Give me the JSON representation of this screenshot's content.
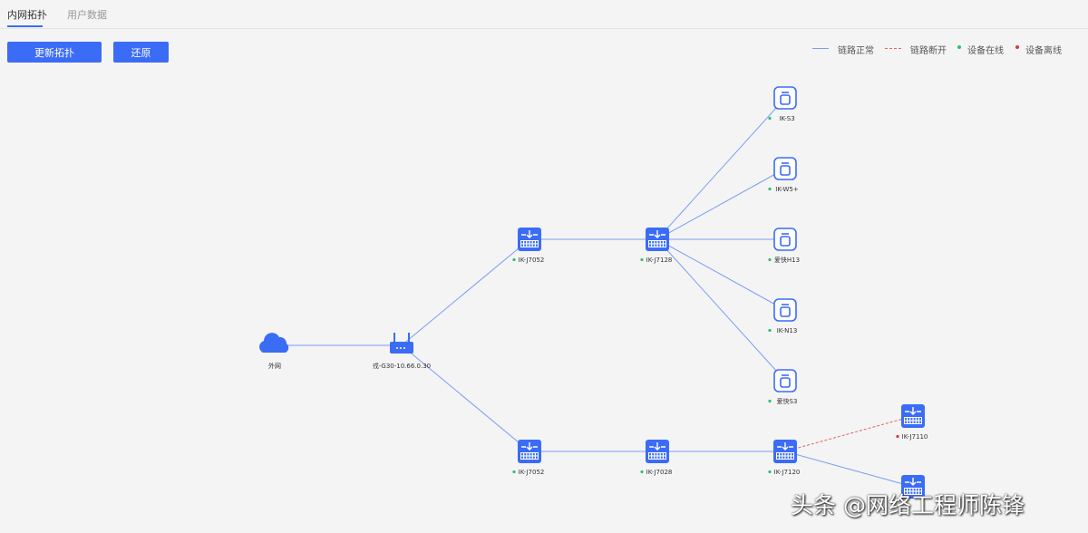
{
  "tabs": [
    {
      "label": "内网拓扑",
      "active": true
    },
    {
      "label": "用户数据",
      "active": false
    }
  ],
  "toolbar": {
    "refresh_label": "更新拓扑",
    "restore_label": "还原"
  },
  "legend": {
    "link_ok": "链路正常",
    "link_down": "链路断开",
    "device_online": "设备在线",
    "device_offline": "设备离线"
  },
  "colors": {
    "accent": "#3b6cf6",
    "link_ok": "#7b9cf2",
    "link_down": "#e06565",
    "online": "#2fbf71",
    "offline": "#d13b3b"
  },
  "nodes": {
    "internet": {
      "label": "外网",
      "type": "cloud"
    },
    "router": {
      "label": "戎-G30-10.66.0.30",
      "type": "router"
    },
    "sw_top_1": {
      "label": "IK-J7052",
      "type": "switch",
      "status": "online"
    },
    "sw_top_2": {
      "label": "IK-J7128",
      "type": "switch",
      "status": "online"
    },
    "ap_1": {
      "label": "IK-S3",
      "type": "ap",
      "status": "online"
    },
    "ap_2": {
      "label": "IK-W5+",
      "type": "ap",
      "status": "online"
    },
    "ap_3": {
      "label": "爱快H13",
      "type": "ap",
      "status": "online"
    },
    "ap_4": {
      "label": "IK-N13",
      "type": "ap",
      "status": "online"
    },
    "ap_5": {
      "label": "爱快S3",
      "type": "ap",
      "status": "online"
    },
    "sw_bot_1": {
      "label": "IK-J7052",
      "type": "switch",
      "status": "online"
    },
    "sw_bot_2": {
      "label": "IK-J7028",
      "type": "switch",
      "status": "online"
    },
    "sw_bot_3": {
      "label": "IK-J7120",
      "type": "switch",
      "status": "online"
    },
    "sw_off": {
      "label": "IK-J7110",
      "type": "switch",
      "status": "offline"
    },
    "sw_edge": {
      "label": "",
      "type": "switch",
      "status": "online"
    }
  },
  "links": [
    {
      "from": "internet",
      "to": "router",
      "status": "ok"
    },
    {
      "from": "router",
      "to": "sw_top_1",
      "status": "ok"
    },
    {
      "from": "router",
      "to": "sw_bot_1",
      "status": "ok"
    },
    {
      "from": "sw_top_1",
      "to": "sw_top_2",
      "status": "ok"
    },
    {
      "from": "sw_top_2",
      "to": "ap_1",
      "status": "ok"
    },
    {
      "from": "sw_top_2",
      "to": "ap_2",
      "status": "ok"
    },
    {
      "from": "sw_top_2",
      "to": "ap_3",
      "status": "ok"
    },
    {
      "from": "sw_top_2",
      "to": "ap_4",
      "status": "ok"
    },
    {
      "from": "sw_top_2",
      "to": "ap_5",
      "status": "ok"
    },
    {
      "from": "sw_bot_1",
      "to": "sw_bot_2",
      "status": "ok"
    },
    {
      "from": "sw_bot_2",
      "to": "sw_bot_3",
      "status": "ok"
    },
    {
      "from": "sw_bot_3",
      "to": "sw_off",
      "status": "down"
    },
    {
      "from": "sw_bot_3",
      "to": "sw_edge",
      "status": "ok"
    }
  ],
  "watermark": "头条 @网络工程师陈锋"
}
